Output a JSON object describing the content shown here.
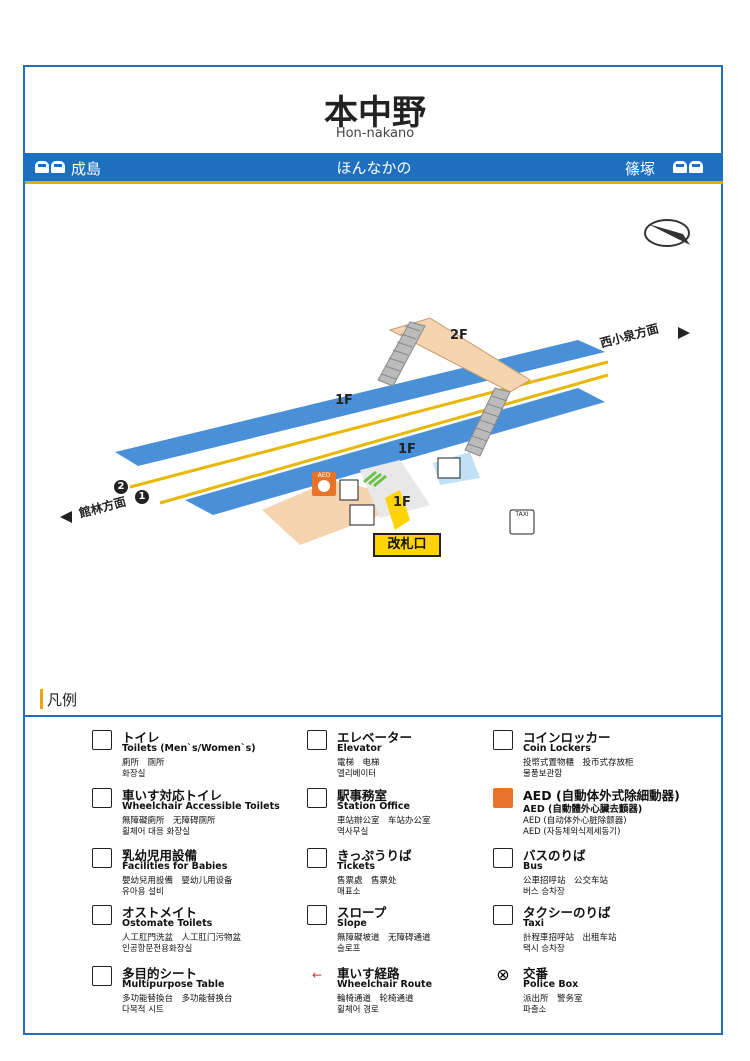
{
  "station": {
    "name_ja": "本中野",
    "name_en": "Hon-nakano",
    "name_kana": "ほんなかの"
  },
  "directions": {
    "left": "成島",
    "right": "篠塚",
    "map_left": "館林方面",
    "map_right": "西小泉方面"
  },
  "map": {
    "floor_2f": "2F",
    "floor_1f_a": "1F",
    "floor_1f_b": "1F",
    "floor_1f_c": "1F",
    "ticket_gate": "改札口",
    "platform_1": "1",
    "platform_2": "2",
    "aed_label": "AED",
    "taxi_label": "TAXI"
  },
  "legend": {
    "title": "凡例",
    "items": [
      {
        "ja": "トイレ",
        "en": "Toilets (Men`s/Women`s)",
        "sub1": "廁所　厕所",
        "sub2": "화장실"
      },
      {
        "ja": "車いす対応トイレ",
        "en": "Wheelchair Accessible Toilets",
        "sub1": "無障礙廁所　无障碍厕所",
        "sub2": "휠체어 대응 화장실"
      },
      {
        "ja": "乳幼児用設備",
        "en": "Facilities for Babies",
        "sub1": "嬰幼兒用設備　婴幼儿用设备",
        "sub2": "유아용 설비"
      },
      {
        "ja": "オストメイト",
        "en": "Ostomate Toilets",
        "sub1": "人工肛門洗盆　人工肛门污物盆",
        "sub2": "인공항문전용화장실"
      },
      {
        "ja": "多目的シート",
        "en": "Multipurpose Table",
        "sub1": "多功能替換台　多功能替换台",
        "sub2": "다목적 시트"
      },
      {
        "ja": "エレベーター",
        "en": "Elevator",
        "sub1": "電梯　电梯",
        "sub2": "엘리베이터"
      },
      {
        "ja": "駅事務室",
        "en": "Station Office",
        "sub1": "車站辦公室　车站办公室",
        "sub2": "역사무실"
      },
      {
        "ja": "きっぷうりば",
        "en": "Tickets",
        "sub1": "售票處　售票处",
        "sub2": "매표소"
      },
      {
        "ja": "スロープ",
        "en": "Slope",
        "sub1": "無障礙坡道　无障碍通道",
        "sub2": "슬로프"
      },
      {
        "ja": "車いす経路",
        "en": "Wheelchair Route",
        "sub1": "輪椅通道　轮椅通道",
        "sub2": "휠체어 경로"
      },
      {
        "ja": "コインロッカー",
        "en": "Coin Lockers",
        "sub1": "投幣式置物櫃　投币式存放柜",
        "sub2": "물품보관함"
      },
      {
        "ja": "AED (自動体外式除細動器)",
        "en": "AED (自動體外心臟去顫器)",
        "sub1": "AED (自动体外心脏除颤器)",
        "sub2": "AED (자동체외식제세동기)"
      },
      {
        "ja": "バスのりば",
        "en": "Bus",
        "sub1": "公車招呼站　公交车站",
        "sub2": "버스 승차장"
      },
      {
        "ja": "タクシーのりば",
        "en": "Taxi",
        "sub1": "計程車招呼站　出租车站",
        "sub2": "택시 승차장"
      },
      {
        "ja": "交番",
        "en": "Police Box",
        "sub1": "派出所　警务室",
        "sub2": "파출소"
      }
    ]
  },
  "colors": {
    "brand_blue": "#1f6fc0",
    "accent_orange": "#f0a500",
    "platform_blue": "#4a90d9",
    "track_yellow": "#e8b800",
    "concourse": "#f6d4b0",
    "highlight_yellow": "#ffd400"
  }
}
